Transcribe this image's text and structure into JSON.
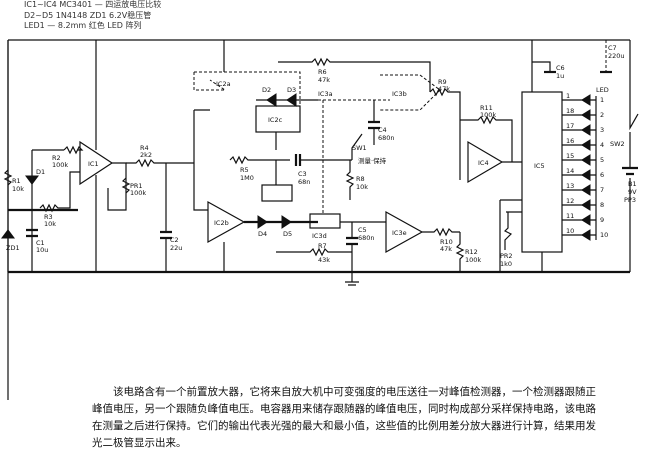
{
  "legend": [
    "IC1~IC4 MC3401 — 四运放电压比较",
    "D2~D5 1N4148  ZD1 6.2V稳压管",
    "LED1 — 8.2mm 红色 LED 阵列"
  ],
  "components": {
    "R1": "R1",
    "R1v": "10k",
    "D1": "D1",
    "ZD1": "ZD1",
    "C1": "C1",
    "C1v": "10u",
    "R2": "R2",
    "R2v": "100k",
    "R3": "R3",
    "R3v": "10k",
    "IC1": "IC1",
    "PR1": "PR1",
    "PR1v": "100k",
    "R4": "R4",
    "R4v": "2k2",
    "C2": "C2",
    "C2v": "22u",
    "IC2a": "IC2a",
    "IC2b": "IC2b",
    "IC2c": "IC2c",
    "D2": "D2",
    "D3": "D3",
    "D4": "D4",
    "D5": "D5",
    "R5": "R5",
    "R5v": "1M0",
    "C3": "C3",
    "C3v": "68n",
    "R6": "R6",
    "R6v": "47k",
    "IC3a": "IC3a",
    "IC3b": "IC3b",
    "IC3d": "IC3d",
    "IC3e": "IC3e",
    "C4": "C4",
    "C4v": "680n",
    "SW1": "SW1",
    "SW1note": "测量·保持",
    "R8": "R8",
    "R8v": "10k",
    "C5": "C5",
    "C5v": "680n",
    "R7": "R7",
    "R7v": "43k",
    "R9": "R9",
    "R9v": "47k",
    "R10": "R10",
    "R10v": "47k",
    "R11": "R11",
    "R11v": "100k",
    "R12": "R12",
    "R12v": "100k",
    "IC4": "IC4",
    "IC5": "IC5",
    "PR2": "PR2",
    "PR2v": "1k0",
    "C6": "C6",
    "C6v": "1u",
    "C7": "C7",
    "C7v": "220u",
    "LED": "LED",
    "SW2": "SW2",
    "B1": "B1",
    "B1v": "9V",
    "B1t": "PP3",
    "ledPins": [
      "1",
      "18",
      "17",
      "16",
      "15",
      "14",
      "13",
      "12",
      "11",
      "10"
    ],
    "ledNums": [
      "1",
      "2",
      "3",
      "4",
      "5",
      "6",
      "7",
      "8",
      "9",
      "10"
    ]
  },
  "paragraph": [
    "该电路含有一个前置放大器，它将来自放大机中可变强度的电压送往一对峰值检测器，一个检测器跟随正峰值电压，另一个跟随负峰值电压。电容器用来储存跟随器的峰值电压，同时构成部分采样保持电路，该电路在测量之后进行保持。它们的输出代表光强的最大和最小值，这些值的比例用差分放大器进行计算，结果用发光二极管显示出来。"
  ]
}
